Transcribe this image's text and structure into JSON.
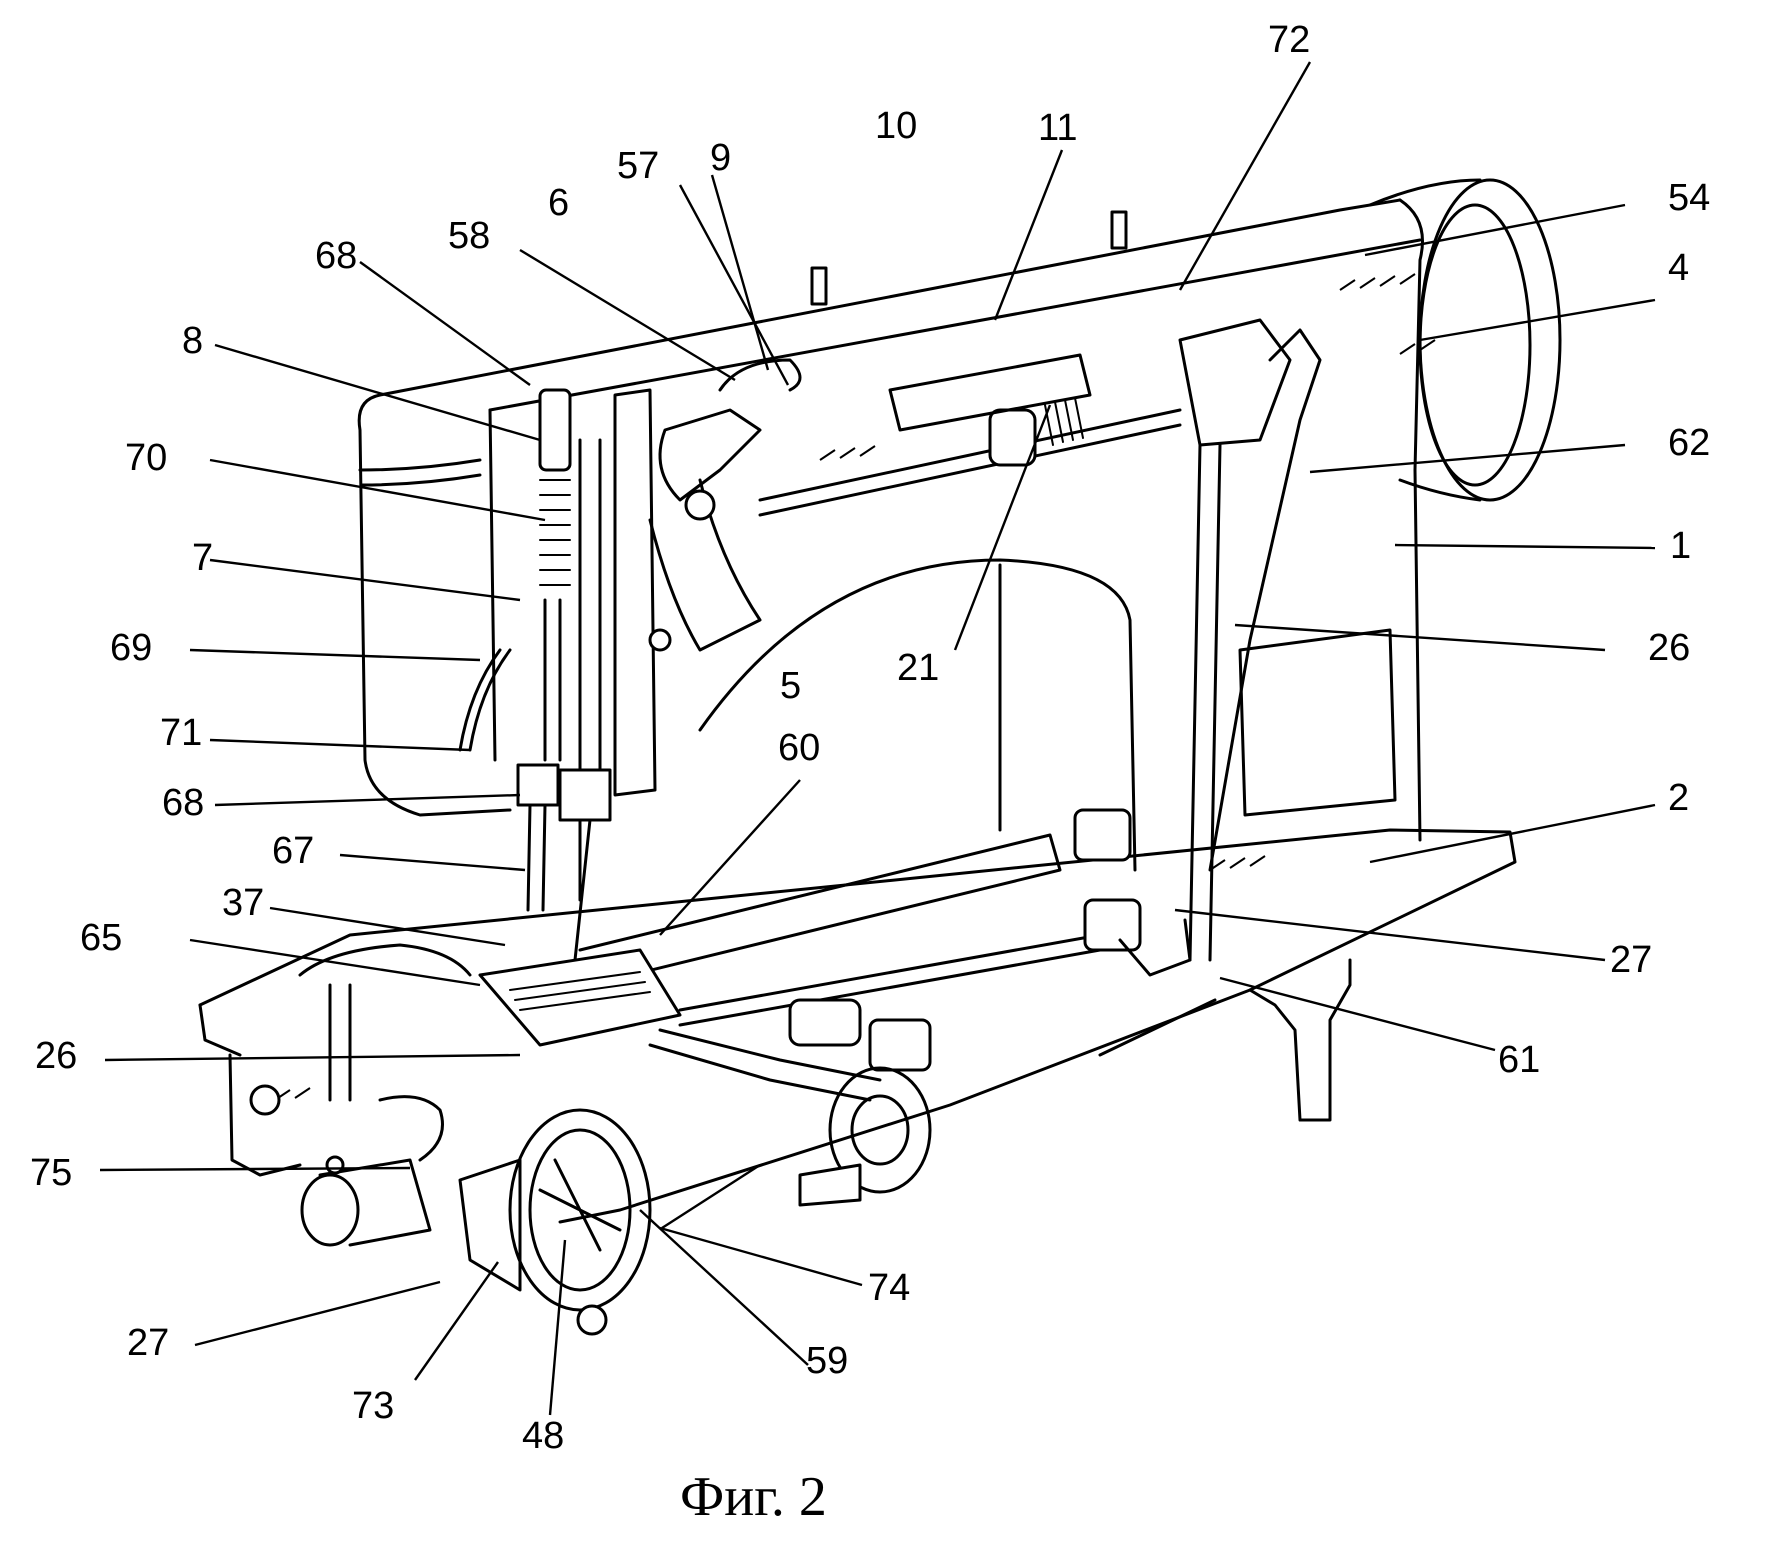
{
  "figure": {
    "caption": "Фиг. 2",
    "labels": [
      "1",
      "2",
      "4",
      "5",
      "6",
      "7",
      "8",
      "9",
      "10",
      "11",
      "21",
      "26",
      "26",
      "27",
      "27",
      "37",
      "48",
      "54",
      "57",
      "58",
      "59",
      "60",
      "61",
      "62",
      "65",
      "67",
      "68",
      "68",
      "69",
      "70",
      "71",
      "72",
      "73",
      "74",
      "75"
    ]
  }
}
